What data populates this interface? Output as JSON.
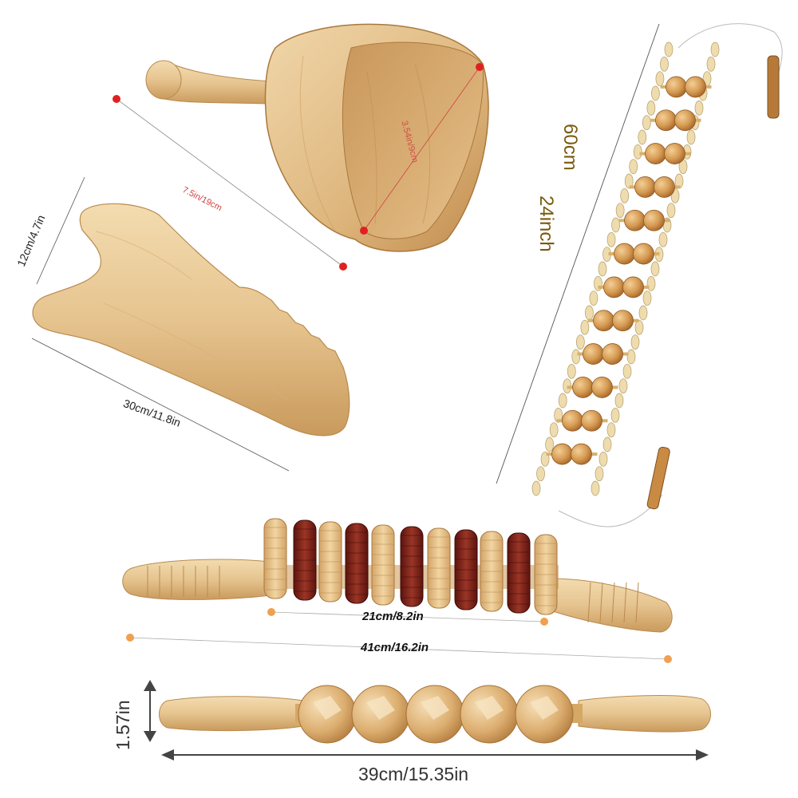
{
  "products": {
    "cup": {
      "width_label": "7.5in/19cm",
      "depth_label": "3.54in/9cm"
    },
    "paddle": {
      "width_label": "12cm/4.7in",
      "length_label": "30cm/11.8in"
    },
    "bead_belt": {
      "length_cm_label": "60cm",
      "length_in_label": "24inch"
    },
    "roller": {
      "inner_label": "21cm/8.2in",
      "outer_label": "41cm/16.2in"
    },
    "ball_stick": {
      "height_label": "1.57in",
      "length_label": "39cm/15.35in"
    }
  },
  "colors": {
    "light_wood": "#e6c48f",
    "medium_wood": "#cf9a55",
    "dark_wood": "#7a1e14",
    "dimension_dot": "#e02020",
    "roller_dot": "#f0a050"
  }
}
